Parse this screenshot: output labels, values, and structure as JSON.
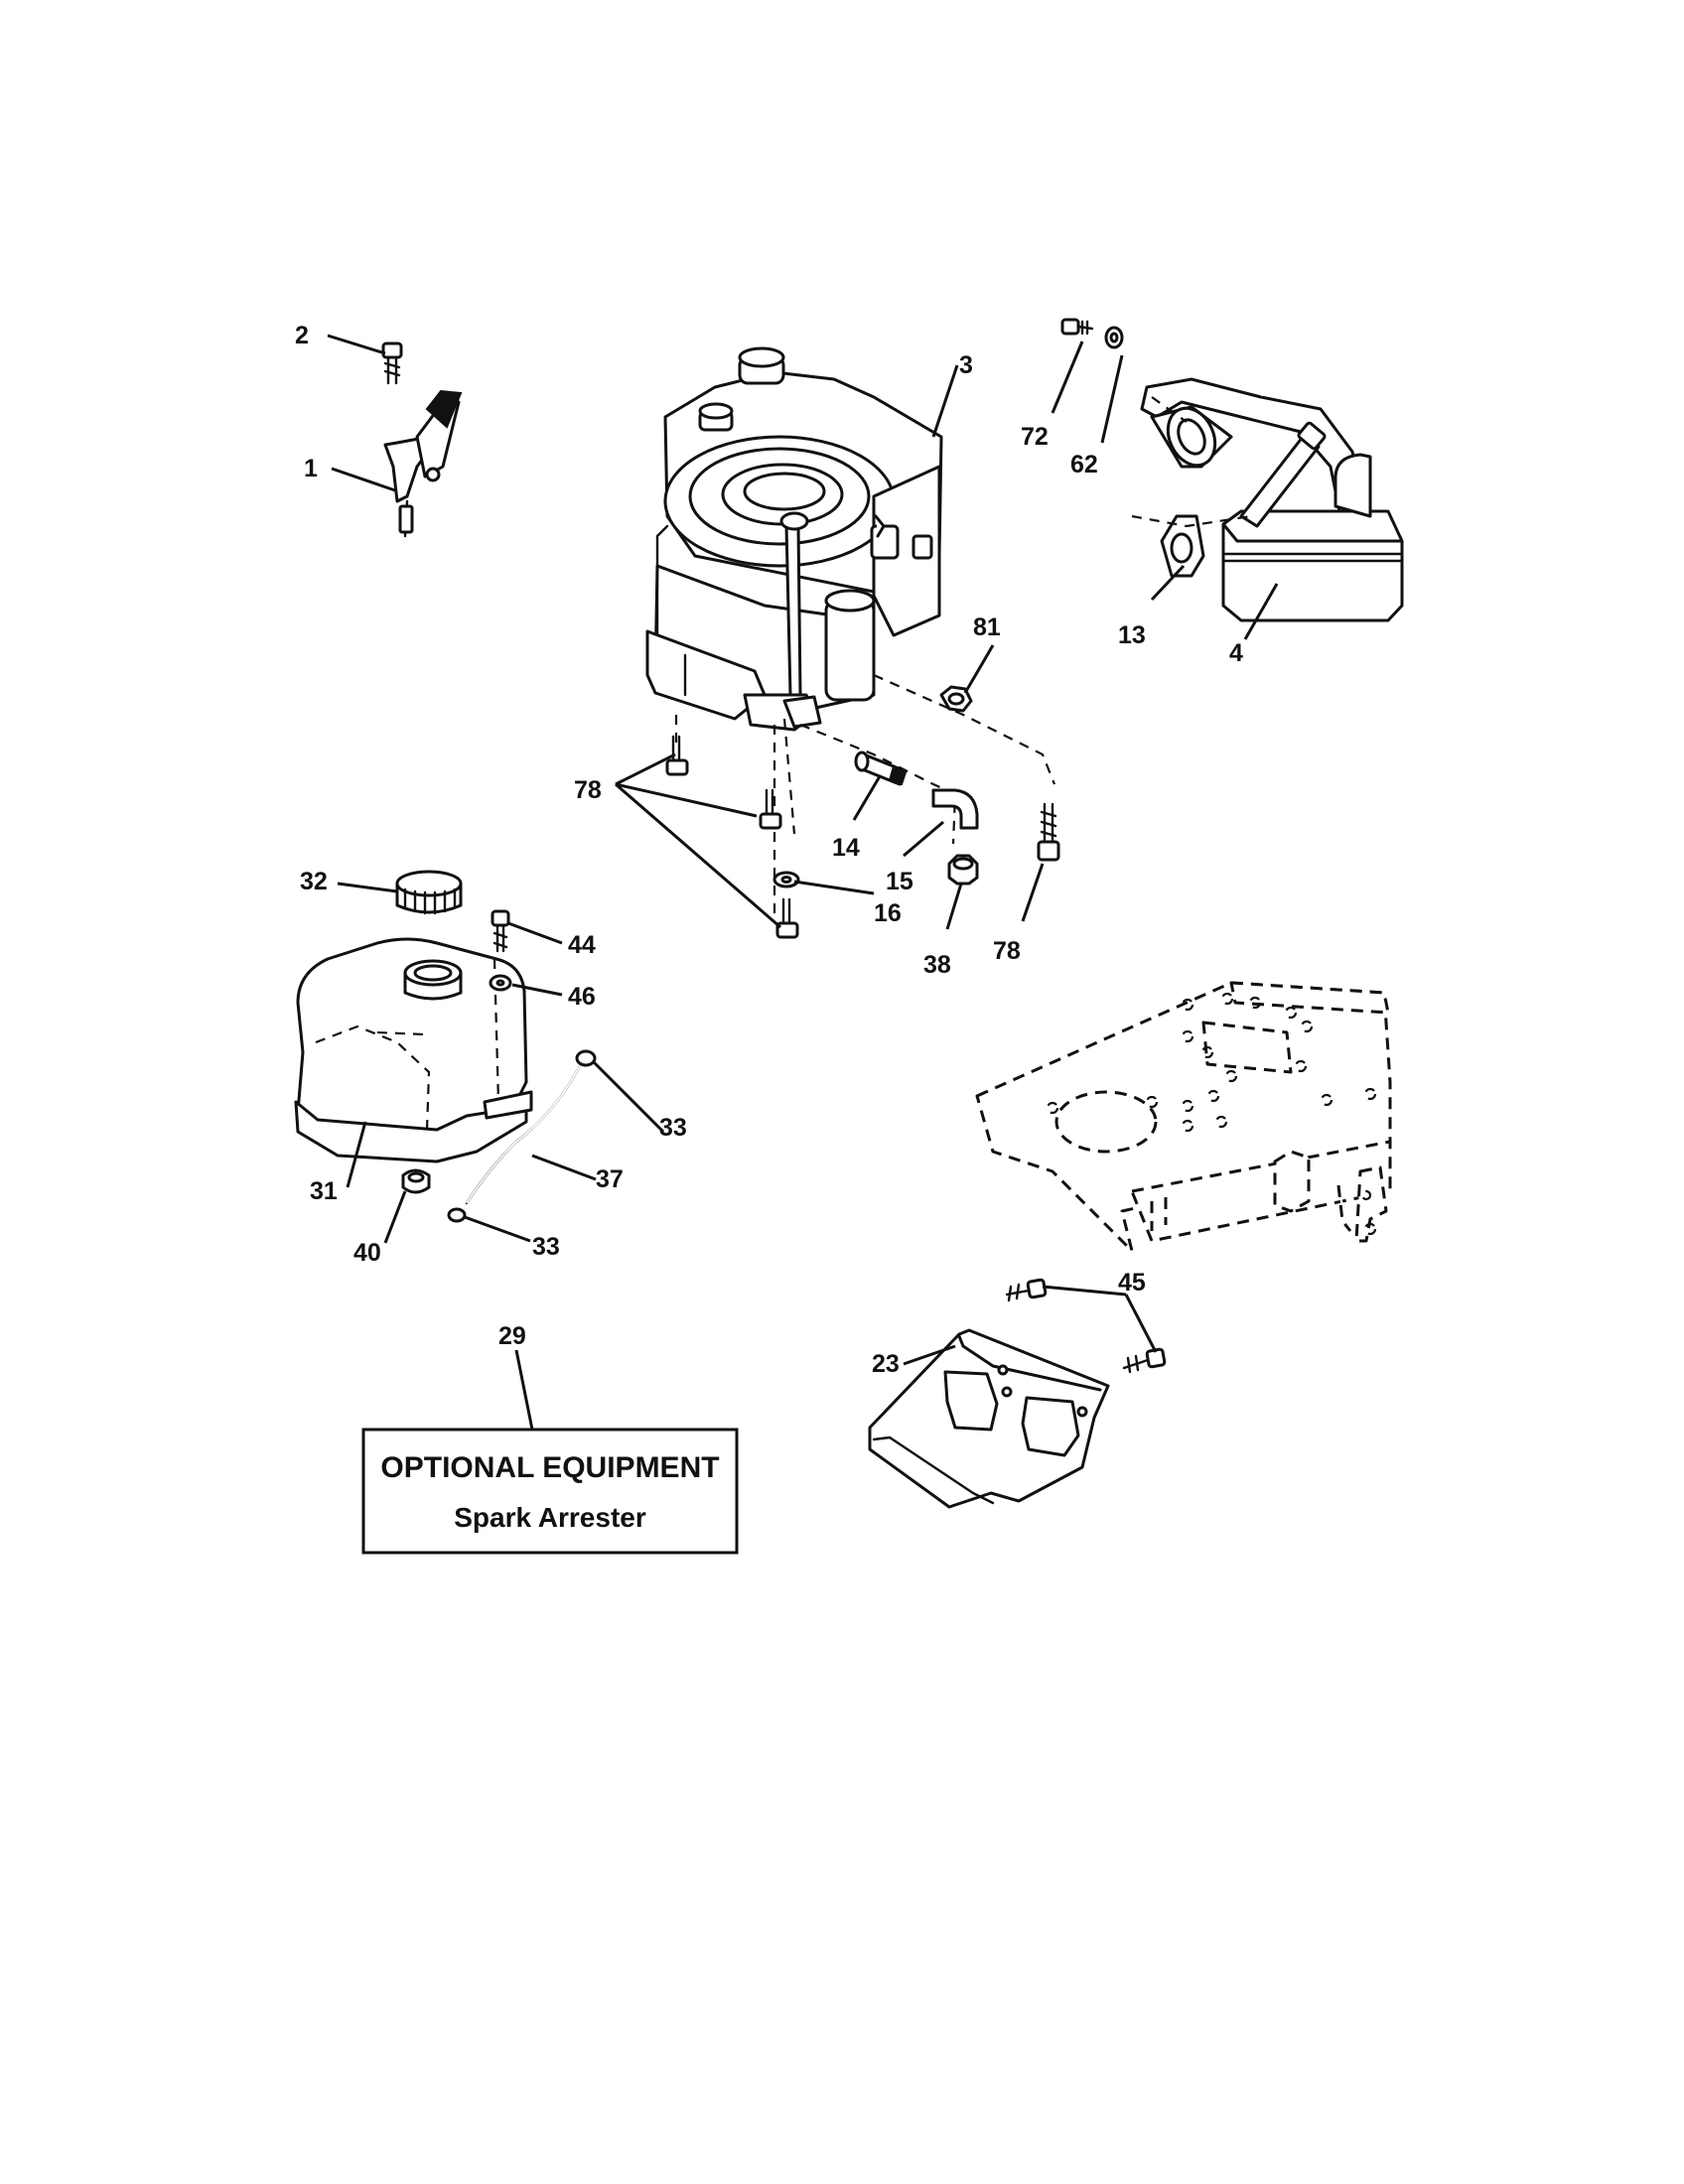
{
  "callouts": {
    "c1": "1",
    "c2": "2",
    "c3": "3",
    "c4": "4",
    "c13": "13",
    "c14": "14",
    "c15": "15",
    "c16": "16",
    "c23": "23",
    "c29": "29",
    "c31": "31",
    "c32": "32",
    "c33a": "33",
    "c33b": "33",
    "c37": "37",
    "c38": "38",
    "c40": "40",
    "c44": "44",
    "c45": "45",
    "c46": "46",
    "c62": "62",
    "c72": "72",
    "c78a": "78",
    "c78b": "78",
    "c81": "81"
  },
  "optional_box": {
    "title": "OPTIONAL EQUIPMENT",
    "subtitle": "Spark Arrester"
  }
}
